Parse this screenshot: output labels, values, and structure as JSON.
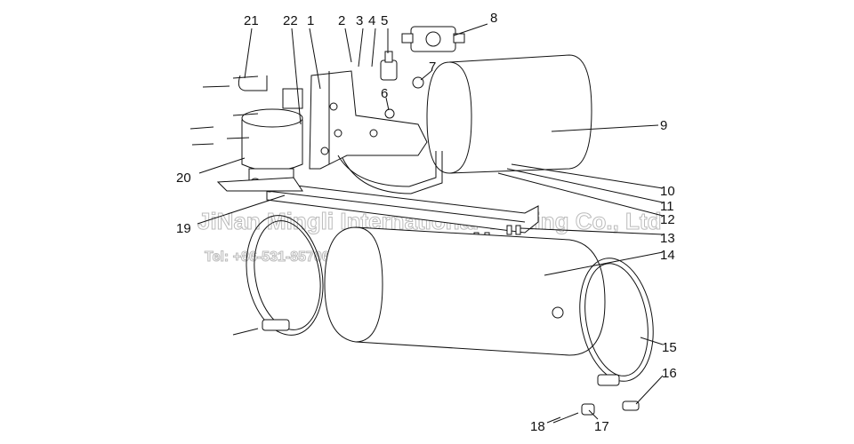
{
  "diagram": {
    "labels": [
      "1",
      "2",
      "3",
      "4",
      "5",
      "6",
      "7",
      "8",
      "9",
      "10",
      "11",
      "12",
      "13",
      "14",
      "15",
      "16",
      "17",
      "18",
      "19",
      "20",
      "21",
      "22"
    ],
    "watermark": {
      "company": "JiNan Mingli International Trading Co., Ltd",
      "contact": "Tel: +86-531-85706881   http: //www.chinese-truck.com"
    }
  }
}
